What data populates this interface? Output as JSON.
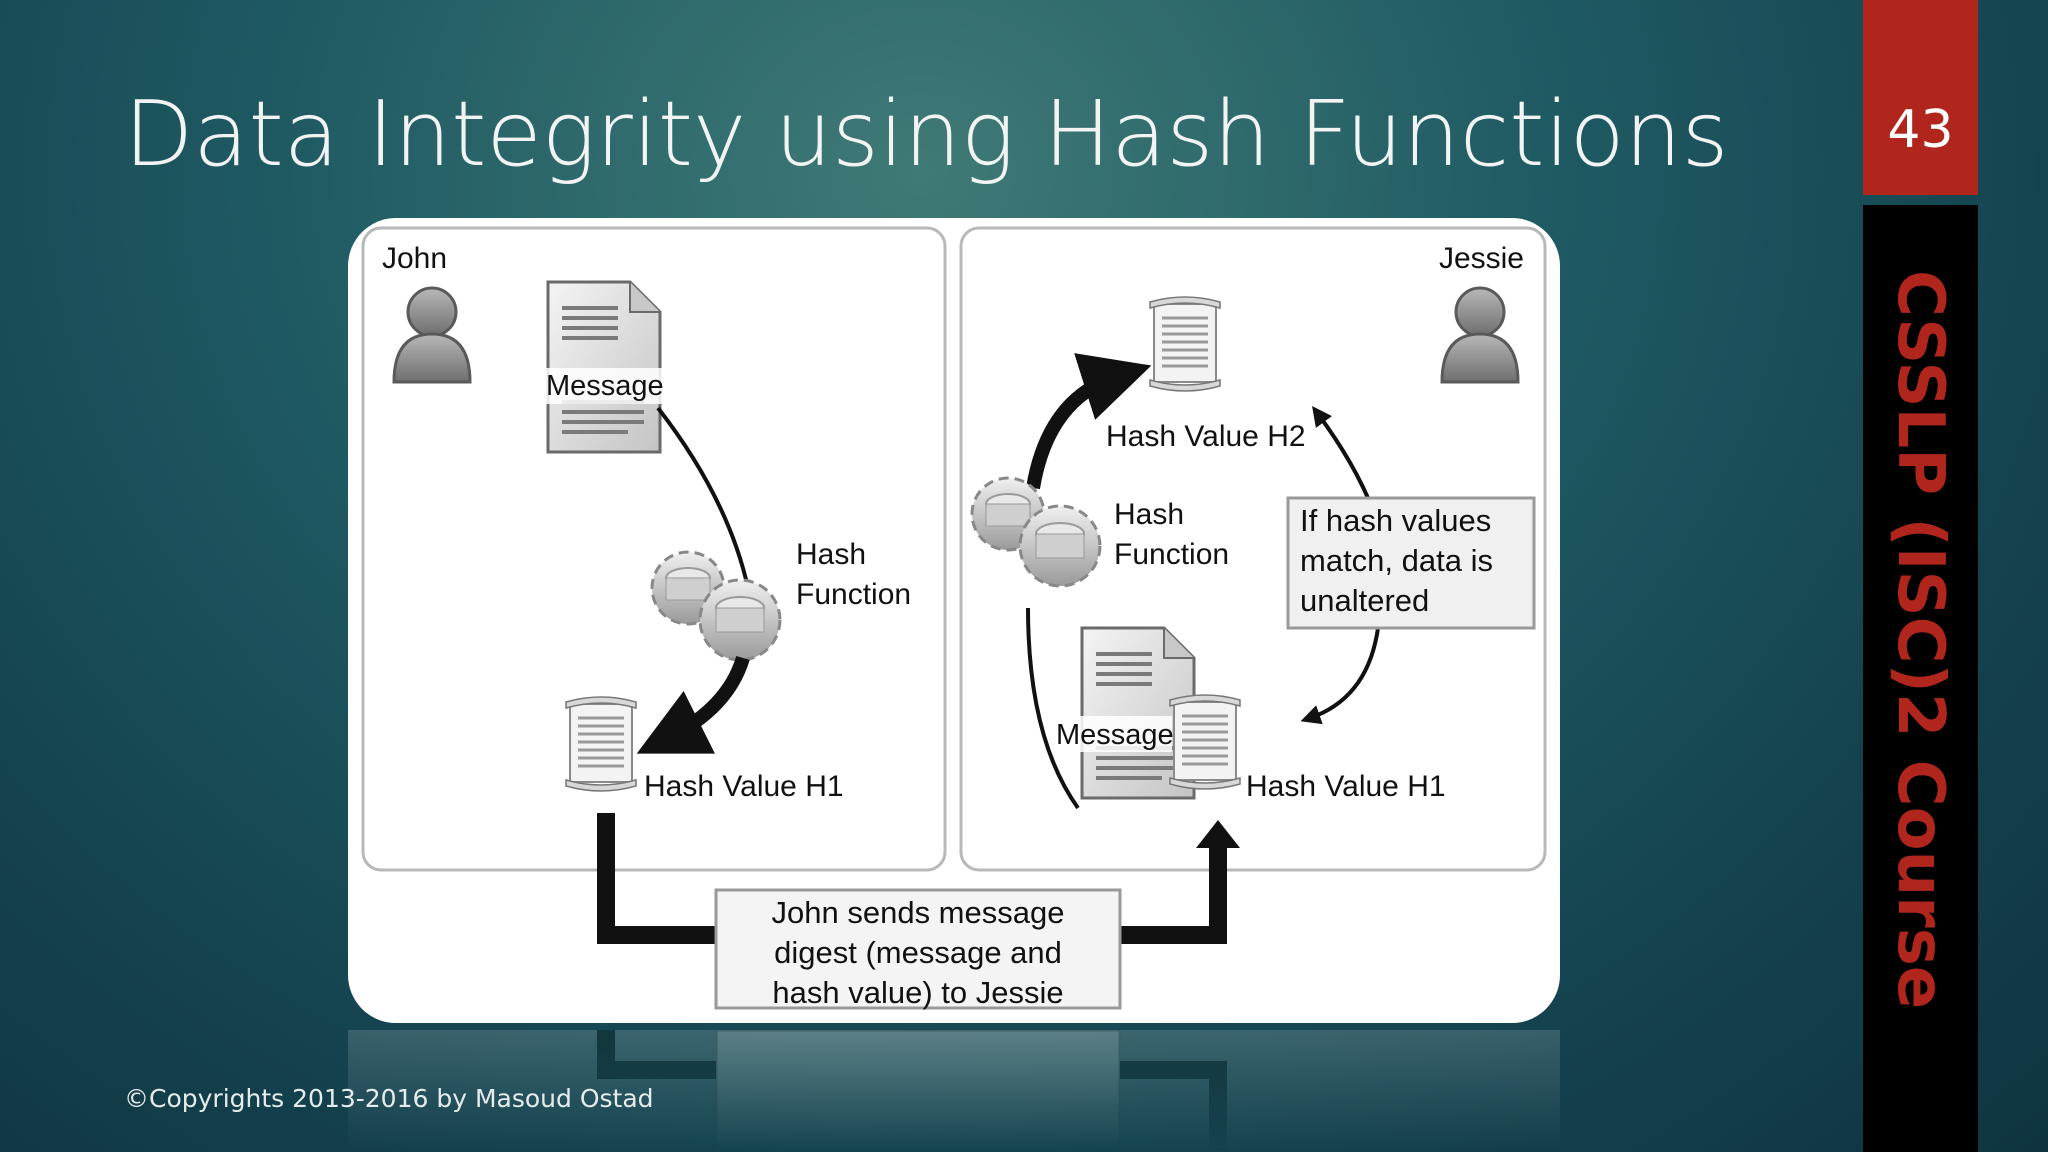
{
  "slide": {
    "title": "Data Integrity using Hash Functions",
    "page_number": "43",
    "side_label": "CSSLP (ISC)2 Course",
    "copyright": "©Copyrights 2013-2016 by Masoud Ostad",
    "colors": {
      "accent_red": "#b0261d",
      "sidebar": "#000000",
      "title_text": "#f2f4f4"
    }
  },
  "diagram": {
    "left_panel": {
      "person": "John",
      "message_label": "Message",
      "hash_function_line1": "Hash",
      "hash_function_line2": "Function",
      "hash_value_label": "Hash Value H1"
    },
    "right_panel": {
      "person": "Jessie",
      "hash_value_h2_label": "Hash Value H2",
      "hash_function_line1": "Hash",
      "hash_function_line2": "Function",
      "match_note_line1": "If hash values",
      "match_note_line2": "match, data is",
      "match_note_line3": "unaltered",
      "message_label": "Message",
      "hash_value_h1_label": "Hash Value H1"
    },
    "transfer_note": {
      "line1": "John sends message",
      "line2": "digest (message and",
      "line3": "hash value) to Jessie"
    },
    "icons": [
      "person-icon",
      "document-icon",
      "gears-icon",
      "hash-scroll-icon",
      "arrow-icon"
    ]
  }
}
